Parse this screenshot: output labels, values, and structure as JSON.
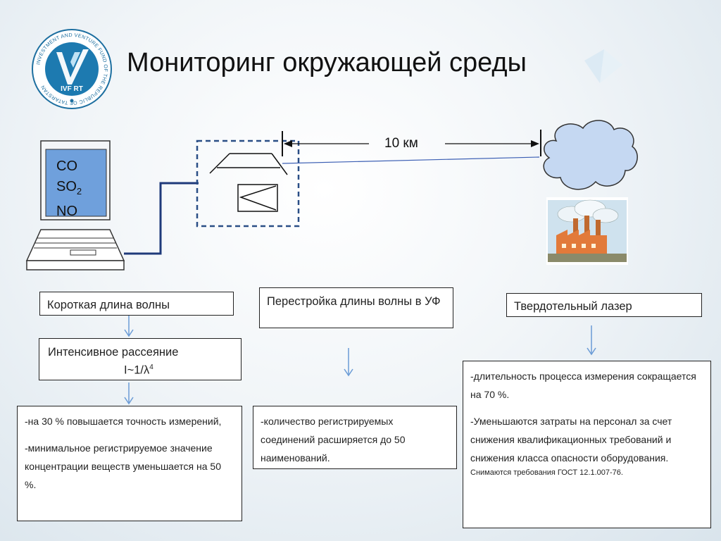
{
  "title": "Мониторинг окружающей среды",
  "logo": {
    "ring_text": "INVESTMENT AND VENTURE FUND OF THE REPUBLIC OF TATARSTAN",
    "abbr": "IVF RT"
  },
  "diagram": {
    "screen_lines": {
      "co": "CO",
      "so_base": "SO",
      "so_sub": "2",
      "no": "NO"
    },
    "distance_label": "10 км"
  },
  "columns": {
    "left": {
      "header": "Короткая длина волны",
      "step": {
        "line1": "Интенсивное рассеяние",
        "formula": "I~1/λ",
        "formula_sup": "4"
      },
      "result": {
        "p1": "-на 30 % повышается точность измерений,",
        "p2": "-минимальное регистрируемое значение концентрации веществ уменьшается на 50 %."
      }
    },
    "middle": {
      "header": "Перестройка длины волны в УФ",
      "result": {
        "p1": "-количество регистрируемых соединений расширяется до 50 наименований."
      }
    },
    "right": {
      "header": "Твердотельный лазер",
      "result": {
        "p1": "-длительность процесса измерения сокращается на 70 %.",
        "p2": "-Уменьшаются затраты на персонал за счет снижения квалификационных требований и снижения класса опасности оборудования.",
        "p3": "Снимаются требования ГОСТ 12.1.007-76."
      }
    }
  },
  "colors": {
    "accent_blue": "#6a9bd6",
    "screen_blue": "#6fa0dc",
    "cable_navy": "#1f3a7a",
    "cloud": "#c5d8f2"
  }
}
